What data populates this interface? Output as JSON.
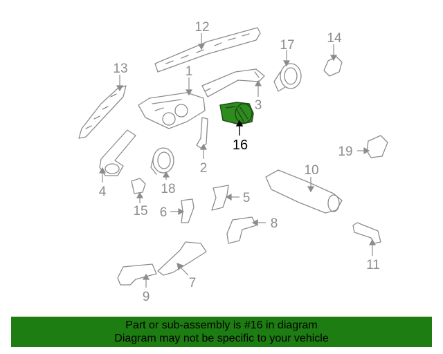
{
  "diagram": {
    "highlight_color": "#2e8b1e",
    "line_color": "#8c8c8c",
    "part_numbers": [
      {
        "id": "1",
        "label": "1"
      },
      {
        "id": "2",
        "label": "2"
      },
      {
        "id": "3",
        "label": "3"
      },
      {
        "id": "4",
        "label": "4"
      },
      {
        "id": "5",
        "label": "5"
      },
      {
        "id": "6",
        "label": "6"
      },
      {
        "id": "7",
        "label": "7"
      },
      {
        "id": "8",
        "label": "8"
      },
      {
        "id": "9",
        "label": "9"
      },
      {
        "id": "10",
        "label": "10"
      },
      {
        "id": "11",
        "label": "11"
      },
      {
        "id": "12",
        "label": "12"
      },
      {
        "id": "13",
        "label": "13"
      },
      {
        "id": "14",
        "label": "14"
      },
      {
        "id": "15",
        "label": "15"
      },
      {
        "id": "16",
        "label": "16",
        "highlighted": true
      },
      {
        "id": "17",
        "label": "17"
      },
      {
        "id": "18",
        "label": "18"
      },
      {
        "id": "19",
        "label": "19"
      }
    ]
  },
  "banner": {
    "line1": "Part or sub-assembly is #16 in diagram",
    "line2": "Diagram may not be specific to your vehicle",
    "background": "#1e7d12"
  }
}
